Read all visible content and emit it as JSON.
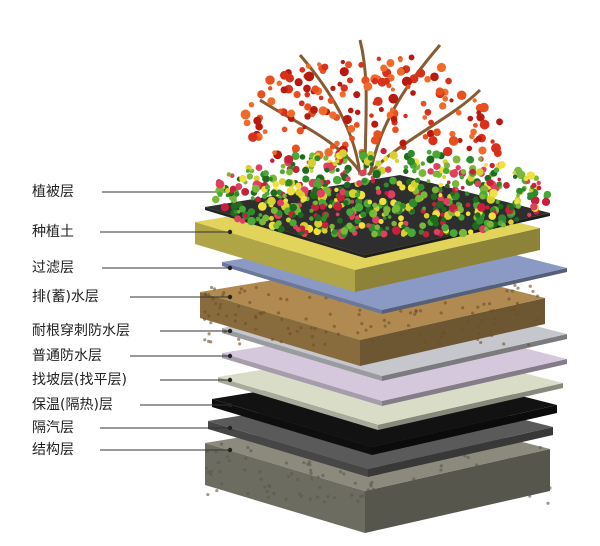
{
  "layers": [
    {
      "label": "植被层",
      "color": "#2e2e2e"
    },
    {
      "label": "种植土",
      "color": "#e2d35a"
    },
    {
      "label": "过滤层",
      "color": "#8a9ac4"
    },
    {
      "label": "排(蓄)水层",
      "color": "#b08a50"
    },
    {
      "label": "耐根穿刺防水层",
      "color": "#c6c7cc"
    },
    {
      "label": "普通防水层",
      "color": "#d5c8dc"
    },
    {
      "label": "找坡层(找平层)",
      "color": "#d9ddc8"
    },
    {
      "label": "保温(隔热)层",
      "color": "#121212"
    },
    {
      "label": "隔汽层",
      "color": "#5a5a5a"
    },
    {
      "label": "结构层",
      "color": "#8c8a7c"
    }
  ]
}
